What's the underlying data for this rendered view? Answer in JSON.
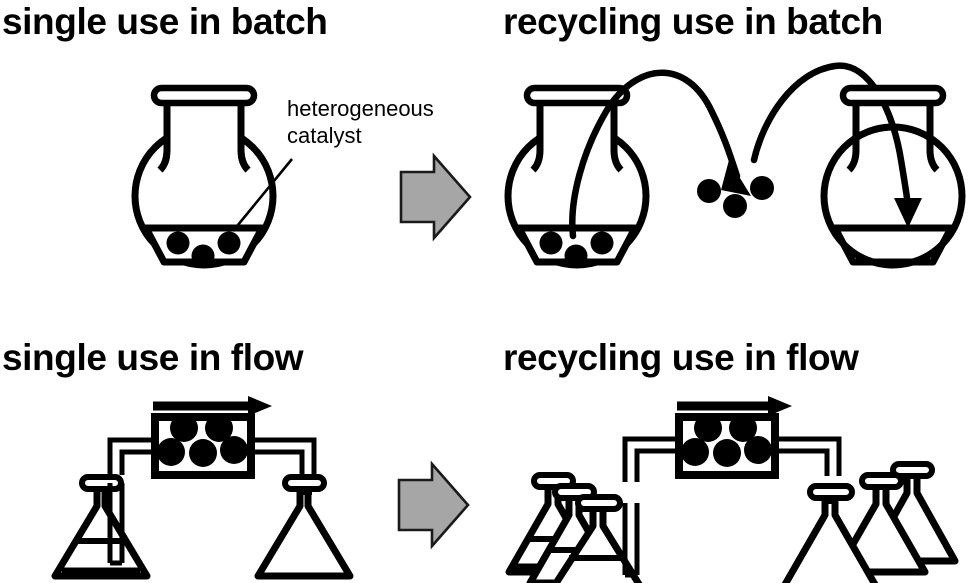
{
  "figure": {
    "background_color": "#ffffff",
    "ink_color": "#000000",
    "arrow_fill_color": "#a6a6a6",
    "arrow_stroke_color": "#1a1a1a"
  },
  "panels": {
    "top_left": {
      "title": "single use in batch",
      "callout": {
        "line1": "heterogeneous",
        "line2": "catalyst"
      },
      "vessel": "round-bottom-flask",
      "catalyst_particles": 3,
      "has_liquid": true,
      "transition_arrow": "gray-block-arrow-right"
    },
    "top_right": {
      "title": "recycling use in batch",
      "left_vessel": "round-bottom-flask",
      "right_vessel": "round-bottom-flask",
      "left_catalyst_particles": 3,
      "recovered_particles": 3,
      "right_catalyst_particles": 0,
      "arcs": [
        "recovery-arc-out-of-left-flask",
        "reuse-arc-into-right-flask"
      ]
    },
    "bottom_left": {
      "title": "single use in flow",
      "source_vessel": "erlenmeyer-flask-with-dip-tube",
      "reactor": "packed-bed-reactor",
      "reactor_catalyst_particles": 5,
      "receiver_vessel": "erlenmeyer-flask",
      "flow_direction_arrow": "flow-arrow-right",
      "transition_arrow": "gray-block-arrow-right"
    },
    "bottom_right": {
      "title": "recycling use in flow",
      "source_vessel_count": 3,
      "receiver_vessel_count": 3,
      "reactor": "packed-bed-reactor",
      "reactor_catalyst_particles": 5,
      "flow_direction_arrow": "flow-arrow-right"
    }
  }
}
